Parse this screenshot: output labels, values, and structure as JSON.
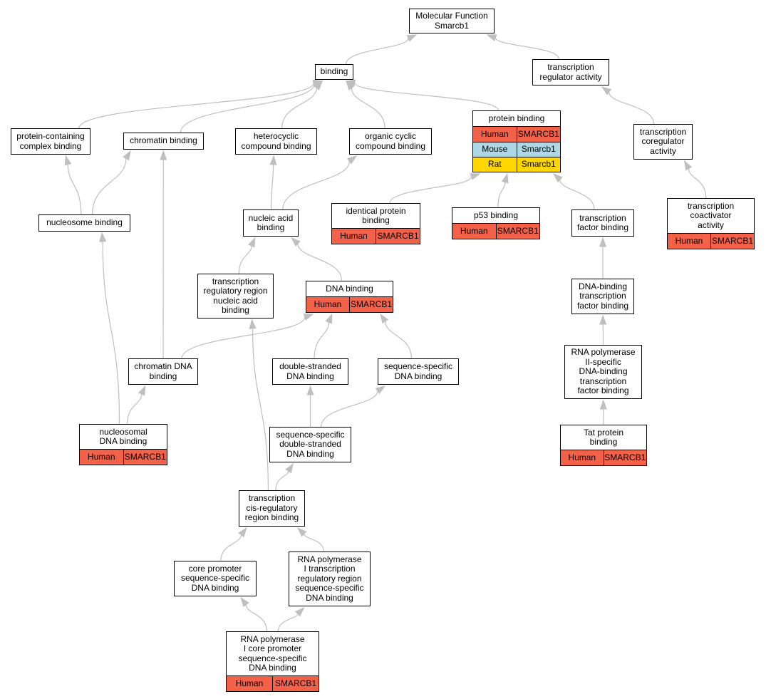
{
  "colors": {
    "Human": "#f46149",
    "Mouse": "#add8e6",
    "Rat": "#ffd700",
    "edge": "#bfbfbf",
    "border": "#000000"
  },
  "nodes": [
    {
      "id": "mf",
      "label": "Molecular Function\nSmarcb1",
      "rows": []
    },
    {
      "id": "binding",
      "label": "binding",
      "rows": []
    },
    {
      "id": "trans_reg",
      "label": "transcription\nregulator activity",
      "rows": []
    },
    {
      "id": "pc_complex",
      "label": "protein-containing\ncomplex binding",
      "rows": []
    },
    {
      "id": "chromatin",
      "label": "chromatin binding",
      "rows": []
    },
    {
      "id": "heterocyclic",
      "label": "heterocyclic\ncompound binding",
      "rows": []
    },
    {
      "id": "organic_cyclic",
      "label": "organic cyclic\ncompound binding",
      "rows": []
    },
    {
      "id": "protein_binding",
      "label": "protein binding",
      "rows": [
        {
          "species": "Human",
          "gene": "SMARCB1"
        },
        {
          "species": "Mouse",
          "gene": "Smarcb1"
        },
        {
          "species": "Rat",
          "gene": "Smarcb1"
        }
      ]
    },
    {
      "id": "coregulator",
      "label": "transcription\ncoregulator\nactivity",
      "rows": []
    },
    {
      "id": "nucleosome",
      "label": "nucleosome binding",
      "rows": []
    },
    {
      "id": "nucleic_acid",
      "label": "nucleic acid\nbinding",
      "rows": []
    },
    {
      "id": "identical",
      "label": "identical protein\nbinding",
      "rows": [
        {
          "species": "Human",
          "gene": "SMARCB1"
        }
      ]
    },
    {
      "id": "p53",
      "label": "p53 binding",
      "rows": [
        {
          "species": "Human",
          "gene": "SMARCB1"
        }
      ]
    },
    {
      "id": "tf_binding",
      "label": "transcription\nfactor binding",
      "rows": []
    },
    {
      "id": "coactivator",
      "label": "transcription\ncoactivator\nactivity",
      "rows": [
        {
          "species": "Human",
          "gene": "SMARCB1"
        }
      ]
    },
    {
      "id": "trr_na",
      "label": "transcription\nregulatory region\nnucleic acid\nbinding",
      "rows": []
    },
    {
      "id": "dna_binding",
      "label": "DNA binding",
      "rows": [
        {
          "species": "Human",
          "gene": "SMARCB1"
        }
      ]
    },
    {
      "id": "dbtf",
      "label": "DNA-binding\ntranscription\nfactor binding",
      "rows": []
    },
    {
      "id": "chromatin_dna",
      "label": "chromatin DNA\nbinding",
      "rows": []
    },
    {
      "id": "ds_dna",
      "label": "double-stranded\nDNA binding",
      "rows": []
    },
    {
      "id": "ss_dna",
      "label": "sequence-specific\nDNA binding",
      "rows": []
    },
    {
      "id": "rnap2_tf",
      "label": "RNA polymerase\nII-specific\nDNA-binding\ntranscription\nfactor binding",
      "rows": []
    },
    {
      "id": "nucleosomal",
      "label": "nucleosomal\nDNA binding",
      "rows": [
        {
          "species": "Human",
          "gene": "SMARCB1"
        }
      ]
    },
    {
      "id": "ss_ds_dna",
      "label": "sequence-specific\ndouble-stranded\nDNA binding",
      "rows": []
    },
    {
      "id": "tat",
      "label": "Tat protein\nbinding",
      "rows": [
        {
          "species": "Human",
          "gene": "SMARCB1"
        }
      ]
    },
    {
      "id": "cis_reg",
      "label": "transcription\ncis-regulatory\nregion binding",
      "rows": []
    },
    {
      "id": "core_promoter",
      "label": "core promoter\nsequence-specific\nDNA binding",
      "rows": []
    },
    {
      "id": "rnap1_trr",
      "label": "RNA polymerase\nI transcription\nregulatory region\nsequence-specific\nDNA binding",
      "rows": []
    },
    {
      "id": "rnap1_core",
      "label": "RNA polymerase\nI core promoter\nsequence-specific\nDNA binding",
      "rows": [
        {
          "species": "Human",
          "gene": "SMARCB1"
        }
      ]
    }
  ],
  "edges": [
    [
      "binding",
      "mf"
    ],
    [
      "trans_reg",
      "mf"
    ],
    [
      "pc_complex",
      "binding"
    ],
    [
      "chromatin",
      "binding"
    ],
    [
      "heterocyclic",
      "binding"
    ],
    [
      "organic_cyclic",
      "binding"
    ],
    [
      "protein_binding",
      "binding"
    ],
    [
      "coregulator",
      "trans_reg"
    ],
    [
      "coactivator",
      "coregulator"
    ],
    [
      "nucleosome",
      "pc_complex"
    ],
    [
      "nucleosome",
      "chromatin"
    ],
    [
      "chromatin_dna",
      "chromatin"
    ],
    [
      "nucleic_acid",
      "heterocyclic"
    ],
    [
      "nucleic_acid",
      "organic_cyclic"
    ],
    [
      "identical",
      "protein_binding"
    ],
    [
      "p53",
      "protein_binding"
    ],
    [
      "tf_binding",
      "protein_binding"
    ],
    [
      "dbtf",
      "tf_binding"
    ],
    [
      "rnap2_tf",
      "dbtf"
    ],
    [
      "tat",
      "rnap2_tf"
    ],
    [
      "trr_na",
      "nucleic_acid"
    ],
    [
      "dna_binding",
      "nucleic_acid"
    ],
    [
      "chromatin_dna",
      "dna_binding"
    ],
    [
      "ds_dna",
      "dna_binding"
    ],
    [
      "ss_dna",
      "dna_binding"
    ],
    [
      "nucleosomal",
      "nucleosome"
    ],
    [
      "nucleosomal",
      "chromatin_dna"
    ],
    [
      "ss_ds_dna",
      "ds_dna"
    ],
    [
      "ss_ds_dna",
      "ss_dna"
    ],
    [
      "cis_reg",
      "trr_na"
    ],
    [
      "cis_reg",
      "ss_ds_dna"
    ],
    [
      "core_promoter",
      "cis_reg"
    ],
    [
      "rnap1_trr",
      "cis_reg"
    ],
    [
      "rnap1_core",
      "core_promoter"
    ],
    [
      "rnap1_core",
      "rnap1_trr"
    ]
  ]
}
